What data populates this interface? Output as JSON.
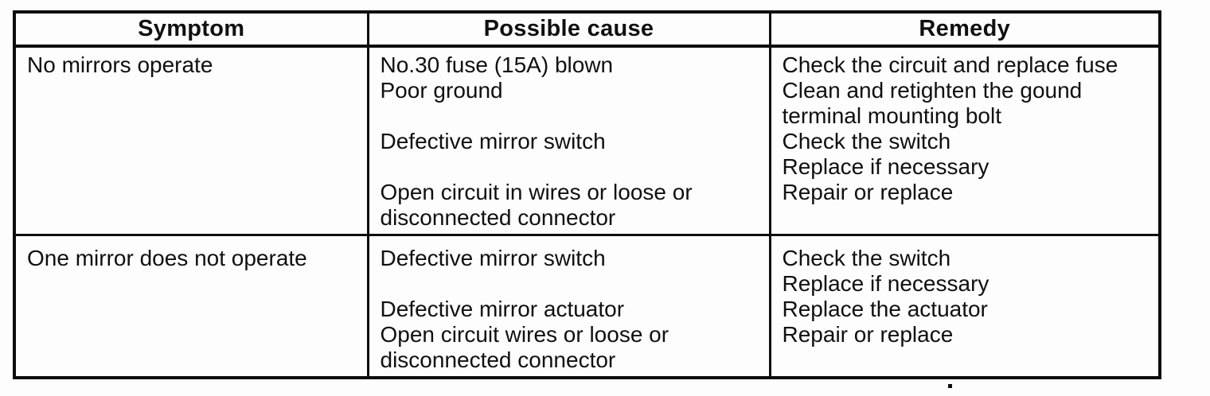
{
  "table": {
    "headers": {
      "symptom": "Symptom",
      "cause": "Possible cause",
      "remedy": "Remedy"
    },
    "rows": [
      {
        "symptom": "No mirrors operate",
        "cause_lines": [
          "No.30 fuse (15A) blown",
          "Poor ground",
          "",
          "Defective mirror switch",
          "",
          "Open circuit in wires or loose or",
          "disconnected connector"
        ],
        "remedy_lines": [
          "Check the circuit and replace fuse",
          "Clean and retighten the gound",
          "terminal mounting bolt",
          "Check the switch",
          "Replace if necessary",
          "Repair or replace"
        ]
      },
      {
        "symptom": "One mirror does not operate",
        "cause_lines": [
          "Defective mirror switch",
          "",
          "Defective mirror actuator",
          "Open circuit wires or loose or",
          "disconnected connector"
        ],
        "remedy_lines": [
          "Check the switch",
          "Replace if necessary",
          "Replace the actuator",
          "Repair or replace"
        ]
      }
    ]
  },
  "colors": {
    "ink": "#0d0d0d",
    "paper": "#fdfdfd"
  }
}
